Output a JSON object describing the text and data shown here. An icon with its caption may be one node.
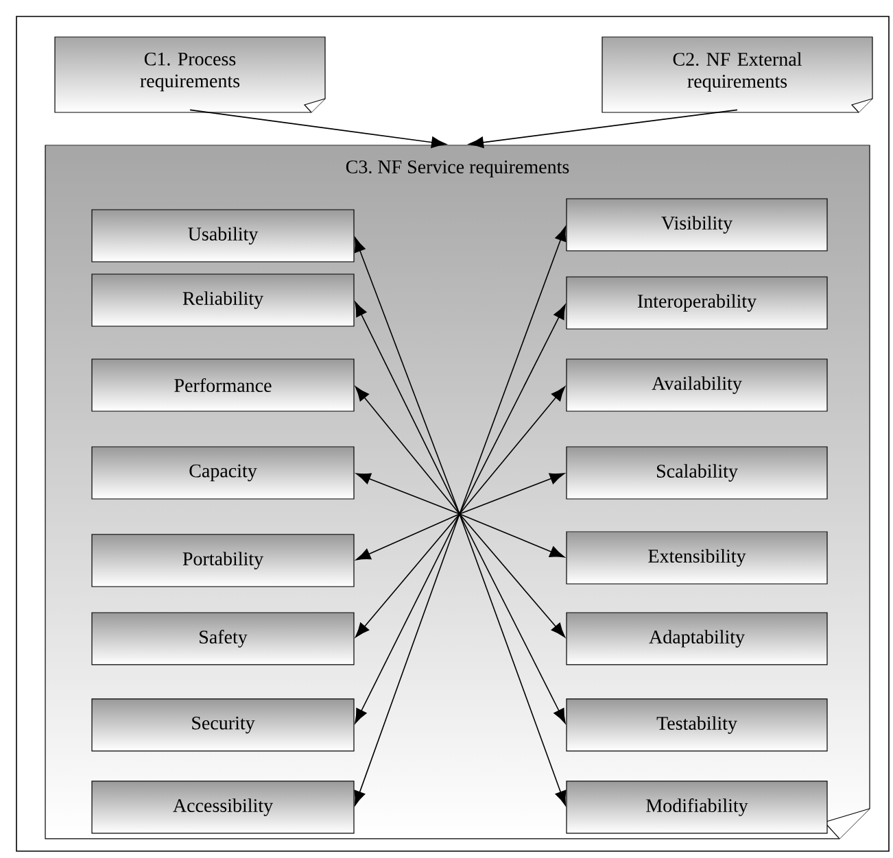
{
  "diagram": {
    "nodes": [
      {
        "text": [
          "C1. Process requirements"
        ]
      },
      {
        "text": [
          "C2. NF External requirements"
        ]
      },
      {
        "text": [
          "C3. NF Service requirements"
        ]
      },
      {
        "text": [
          "Usability"
        ],
        "in": 2
      },
      {
        "text": [
          "Visibility"
        ],
        "in": 2
      },
      {
        "text": [
          "Reliability"
        ],
        "in": 2
      },
      {
        "text": [
          "Interoperability"
        ],
        "in": 2
      },
      {
        "text": [
          "Performance"
        ],
        "in": 2
      },
      {
        "text": [
          "Availability"
        ],
        "in": 2
      },
      {
        "text": [
          "Capacity"
        ],
        "in": 2
      },
      {
        "text": [
          "Scalability"
        ],
        "in": 2
      },
      {
        "text": [
          "Portability"
        ],
        "in": 2
      },
      {
        "text": [
          "Extensibility"
        ],
        "in": 2
      },
      {
        "text": [
          "Safety"
        ],
        "in": 2
      },
      {
        "text": [
          "Adaptability"
        ],
        "in": 2
      },
      {
        "text": [
          "Security"
        ],
        "in": 2
      },
      {
        "text": [
          "Testability"
        ],
        "in": 2
      },
      {
        "text": [
          "Accessibility"
        ],
        "in": 2
      },
      {
        "text": [
          "Modifiability"
        ],
        "in": 2
      }
    ],
    "edges": [
      {
        "from": 0,
        "to": 2,
        "arrow": "to"
      },
      {
        "from": 1,
        "to": 2,
        "arrow": "to"
      },
      {
        "from": null,
        "to": 3,
        "arrow": "to"
      },
      {
        "from": null,
        "to": 4,
        "arrow": "to"
      },
      {
        "from": null,
        "to": 5,
        "arrow": "to"
      },
      {
        "from": null,
        "to": 6,
        "arrow": "to"
      },
      {
        "from": null,
        "to": 7,
        "arrow": "to"
      },
      {
        "from": null,
        "to": 8,
        "arrow": "to"
      },
      {
        "from": null,
        "to": 9,
        "arrow": "to"
      },
      {
        "from": null,
        "to": 10,
        "arrow": "to"
      },
      {
        "from": null,
        "to": 11,
        "arrow": "to"
      },
      {
        "from": null,
        "to": 12,
        "arrow": "to"
      },
      {
        "from": null,
        "to": 13,
        "arrow": "to"
      },
      {
        "from": null,
        "to": 14,
        "arrow": "to"
      },
      {
        "from": null,
        "to": 15,
        "arrow": "to"
      },
      {
        "from": null,
        "to": 16,
        "arrow": "to"
      },
      {
        "from": null,
        "to": 17,
        "arrow": "to"
      },
      {
        "from": null,
        "to": 18,
        "arrow": "to"
      }
    ]
  }
}
